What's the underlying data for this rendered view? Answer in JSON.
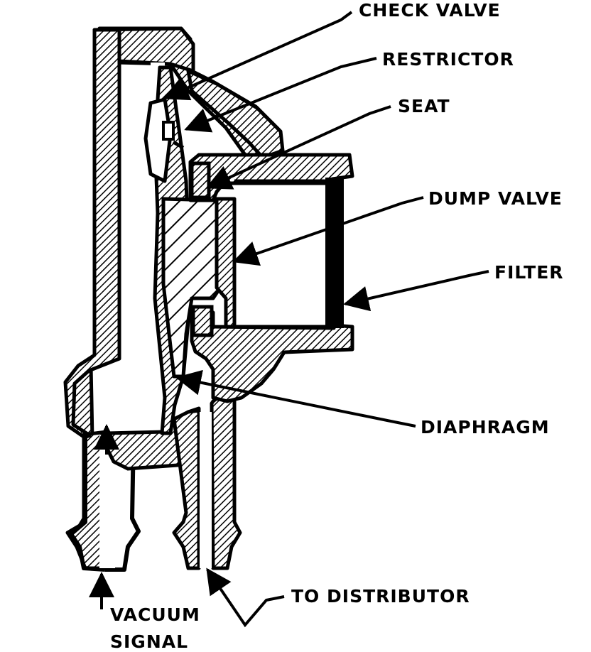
{
  "labels": {
    "check_valve": "CHECK VALVE",
    "restrictor": "RESTRICTOR",
    "seat": "SEAT",
    "dump_valve": "DUMP VALVE",
    "filter": "FILTER",
    "diaphragm": "DIAPHRAGM",
    "to_distributor": "TO DISTRIBUTOR",
    "vacuum_signal_line1": "VACUUM",
    "vacuum_signal_line2": "SIGNAL"
  },
  "colors": {
    "ink": "#000000",
    "paper": "#ffffff"
  }
}
